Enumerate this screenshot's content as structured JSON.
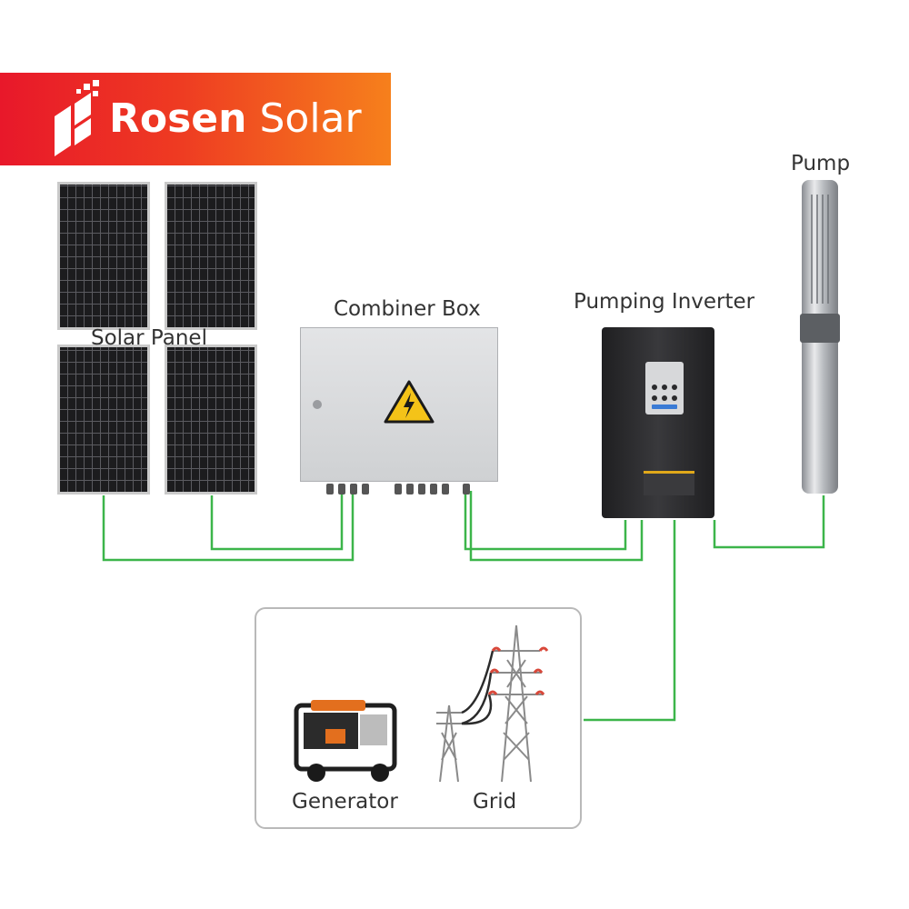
{
  "brand": {
    "name_bold": "Rosen",
    "name_light": "Solar"
  },
  "labels": {
    "solar_panel": "Solar Panel",
    "combiner_box": "Combiner Box",
    "pumping_inverter": "Pumping Inverter",
    "pump": "Pump",
    "generator": "Generator",
    "grid": "Grid"
  },
  "colors": {
    "wire": "#3cb54a",
    "banner_start": "#e8182a",
    "banner_end": "#f6801c"
  },
  "icons": [
    "brand-logo-icon",
    "high-voltage-warning-icon",
    "generator-icon",
    "power-tower-icon"
  ]
}
